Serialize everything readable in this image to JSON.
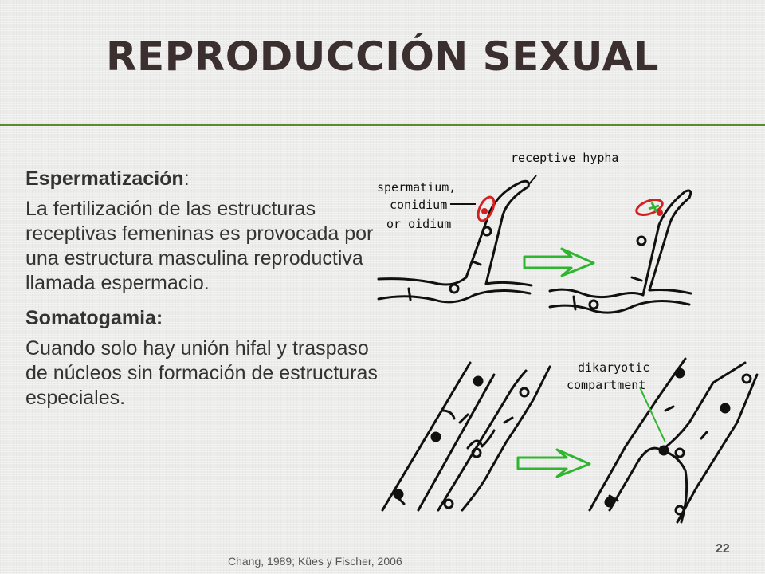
{
  "slide": {
    "title": "REPRODUCCIÓN SEXUAL",
    "sections": [
      {
        "heading": "Espermatización",
        "heading_suffix": ":",
        "body": "La fertilización de las estructuras receptivas femeninas es provocada por una estructura masculina reproductiva llamada espermacio."
      },
      {
        "heading": "Somatogamia:",
        "body": "Cuando solo hay unión hifal y traspaso de núcleos sin formación de estructuras especiales."
      }
    ],
    "citation": "Chang, 1989; Kües y Fischer, 2006",
    "page_number": "22"
  },
  "diagram": {
    "labels": {
      "receptive_hypha": "receptive hypha",
      "spermatium_line1": "spermatium,",
      "spermatium_line2": "conidium",
      "spermatium_line3": "or oidium",
      "dikaryotic_line1": "dikaryotic",
      "dikaryotic_line2": "compartment"
    },
    "colors": {
      "arrow": "#2fb52f",
      "spermatium_outline": "#d42020",
      "nucleus_red": "#d42020",
      "plus": "#2fb52f",
      "accent_rule": "#5c8a2e"
    }
  }
}
